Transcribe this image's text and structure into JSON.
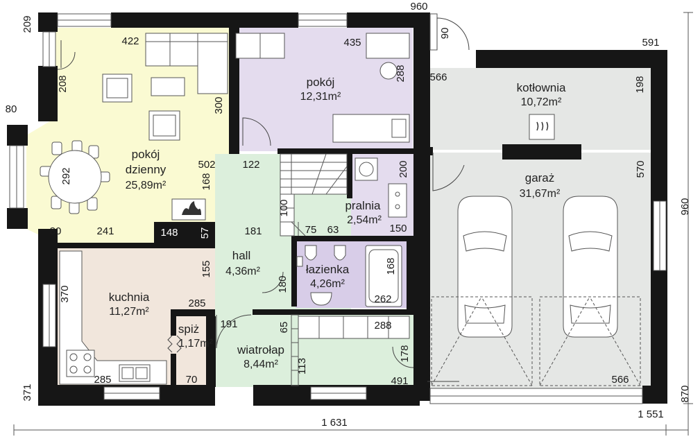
{
  "rooms": {
    "pokoj_dzienny": {
      "name_line1": "pokój",
      "name_line2": "dzienny",
      "area": "25,89m²",
      "color": "#fafad2"
    },
    "pokoj": {
      "name": "pokój",
      "area": "12,31m²",
      "color": "#e4dcee"
    },
    "kotlownia": {
      "name": "kotłownia",
      "area": "10,72m²",
      "color": "#e5e7e5"
    },
    "garaz": {
      "name": "garaż",
      "area": "31,67m²",
      "color": "#e5e7e5"
    },
    "pralnia": {
      "name": "pralnia",
      "area": "2,54m²",
      "color": "#e4dcee"
    },
    "hall": {
      "name": "hall",
      "area": "4,36m²",
      "color": "#dcefdc"
    },
    "lazienka": {
      "name": "łazienka",
      "area": "4,26m²",
      "color": "#d8cde8"
    },
    "kuchnia": {
      "name": "kuchnia",
      "area": "11,27m²",
      "color": "#f1e6dc"
    },
    "spiz": {
      "name": "spiż",
      "area": "1,17m²",
      "color": "#f1e6dc"
    },
    "wiatrolap": {
      "name": "wiatrołap",
      "area": "8,44m²",
      "color": "#dcefdc"
    }
  },
  "dimensions": {
    "d960_top": "960",
    "d209": "209",
    "d422": "422",
    "d435": "435",
    "d591": "591",
    "d90": "90",
    "d566_top": "566",
    "d288_pokoj": "288",
    "d198": "198",
    "d208": "208",
    "d300": "300",
    "d80_top": "80",
    "d502": "502",
    "d122": "122",
    "d168_living": "168",
    "d292": "292",
    "d200": "200",
    "d570": "570",
    "d960_right": "960",
    "d100": "100",
    "d75": "75",
    "d63": "63",
    "d150": "150",
    "d80_bottom": "80",
    "d241": "241",
    "d148": "148",
    "d57": "57",
    "d181": "181",
    "d155": "155",
    "d168_bath": "168",
    "d370": "370",
    "d180": "180",
    "d262": "262",
    "d285_top": "285",
    "d191": "191",
    "d65": "65",
    "d288_bottom": "288",
    "d178": "178",
    "d113": "113",
    "d491": "491",
    "d566_bottom": "566",
    "d285_bottom": "285",
    "d70": "70",
    "d371": "371",
    "d870": "870",
    "d1631": "1 631",
    "d1551": "1 551"
  }
}
